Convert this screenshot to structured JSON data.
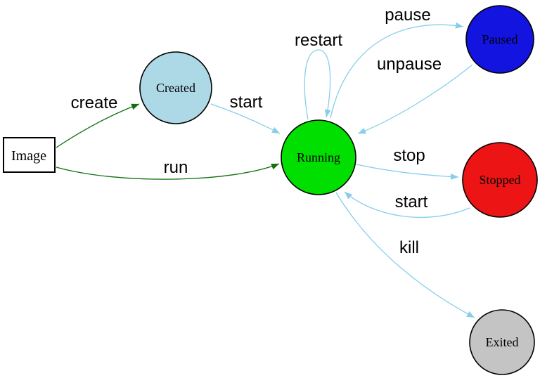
{
  "diagram": {
    "kind": "state-transition-diagram",
    "background": "#ffffff"
  },
  "colors": {
    "action_edge": "#0E700E",
    "lifecycle_edge": "#87CEEB",
    "node_border": "#000000",
    "image_border": "#2222D5",
    "label_text": "#000000"
  },
  "nodes": {
    "image": {
      "label": "Image",
      "shape": "rectangle",
      "fill": "#FFFFFF"
    },
    "created": {
      "label": "Created",
      "shape": "circle",
      "fill": "#ADD8E6"
    },
    "running": {
      "label": "Running",
      "shape": "circle",
      "fill": "#00DF00"
    },
    "paused": {
      "label": "Paused",
      "shape": "circle",
      "fill": "#1414E0"
    },
    "stopped": {
      "label": "Stopped",
      "shape": "circle",
      "fill": "#EC1414"
    },
    "exited": {
      "label": "Exited",
      "shape": "circle",
      "fill": "#C4C4C4"
    }
  },
  "edges": {
    "create": {
      "label": "create",
      "from": "Image",
      "to": "Created",
      "color": "#0E700E"
    },
    "run": {
      "label": "run",
      "from": "Image",
      "to": "Running",
      "color": "#0E700E"
    },
    "start_created": {
      "label": "start",
      "from": "Created",
      "to": "Running",
      "color": "#87CEEB"
    },
    "restart": {
      "label": "restart",
      "from": "Running",
      "to": "Running",
      "color": "#87CEEB"
    },
    "pause": {
      "label": "pause",
      "from": "Running",
      "to": "Paused",
      "color": "#87CEEB"
    },
    "unpause": {
      "label": "unpause",
      "from": "Paused",
      "to": "Running",
      "color": "#87CEEB"
    },
    "stop": {
      "label": "stop",
      "from": "Running",
      "to": "Stopped",
      "color": "#87CEEB"
    },
    "start_stopped": {
      "label": "start",
      "from": "Stopped",
      "to": "Running",
      "color": "#87CEEB"
    },
    "kill": {
      "label": "kill",
      "from": "Running",
      "to": "Exited",
      "color": "#87CEEB"
    }
  }
}
